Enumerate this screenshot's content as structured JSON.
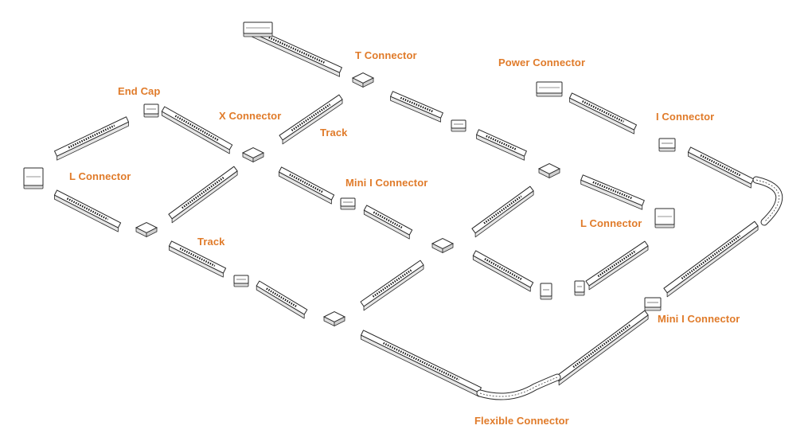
{
  "accent_color": "#e07b2a",
  "line_color": "#2a2a2a",
  "labels": {
    "t_connector": "T Connector",
    "power_connector": "Power Connector",
    "end_cap": "End Cap",
    "x_connector": "X Connector",
    "track_top": "Track",
    "i_connector": "I Connector",
    "l_connector_left": "L Connector",
    "mini_i_connector_mid": "Mini I Connector",
    "l_connector_right": "L Connector",
    "track_bottom": "Track",
    "mini_i_connector_right": "Mini I Connector",
    "flexible_connector": "Flexible Connector"
  }
}
